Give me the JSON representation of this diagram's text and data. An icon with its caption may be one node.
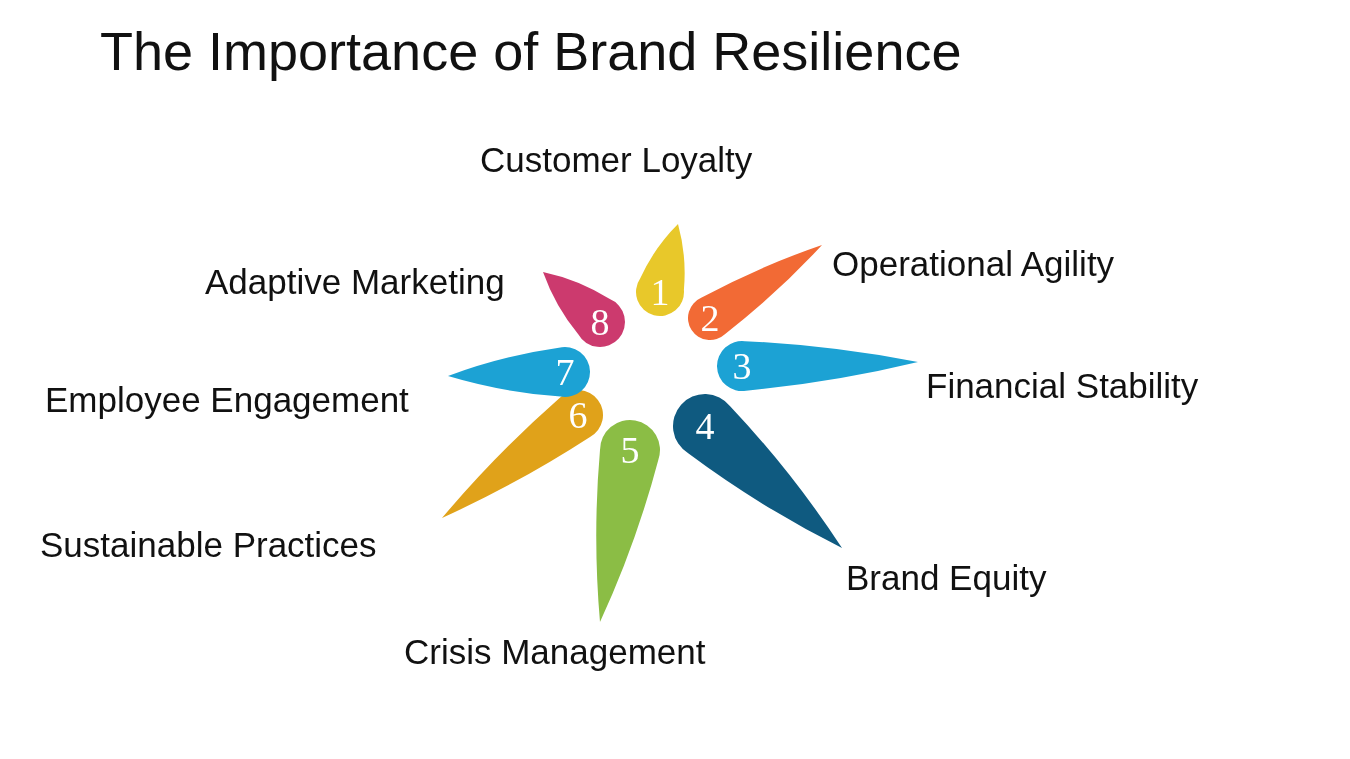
{
  "diagram": {
    "title": "The Importance of Brand Resilience",
    "nodes": [
      {
        "text": [
          "1"
        ],
        "beside": [
          "Customer Loyalty"
        ]
      },
      {
        "text": [
          "2"
        ],
        "beside": [
          "Operational Agility"
        ]
      },
      {
        "text": [
          "3"
        ],
        "beside": [
          "Financial Stability"
        ]
      },
      {
        "text": [
          "4"
        ],
        "beside": [
          "Brand Equity"
        ]
      },
      {
        "text": [
          "5"
        ],
        "beside": [
          "Crisis Management"
        ]
      },
      {
        "text": [
          "6"
        ],
        "beside": [
          "Sustainable Practices"
        ]
      },
      {
        "text": [
          "7"
        ],
        "beside": [
          "Employee Engagement"
        ]
      },
      {
        "text": [
          "8"
        ],
        "beside": [
          "Adaptive Marketing"
        ]
      }
    ],
    "edges": []
  }
}
